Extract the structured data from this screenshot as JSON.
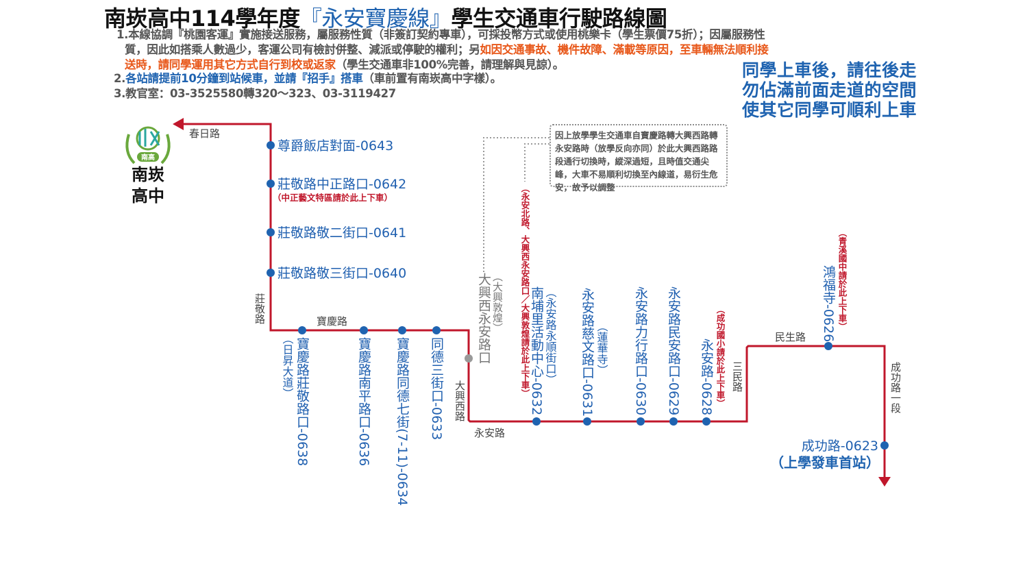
{
  "title": {
    "prefix": "南崁高中114學年度",
    "highlight": "『永安寶慶線』",
    "suffix": "學生交通車行駛路線圖"
  },
  "notes": {
    "n1_line1": "1.本線協調『桃園客運』實施接送服務，屬服務性質（非簽訂契約專車），可採投幣方式或使用桃樂卡（學生票價75折）；因屬服務性",
    "n1_line2_a": "質，因此如搭乘人數過少，客運公司有檢討併整、減派或停駛的權利；另",
    "n1_line2_b": "如因交通事故、機件故障、滿載等原因，至車輛無法順利接",
    "n1_line3_a": "送時，請同學運用其它方式自行到校或返家",
    "n1_line3_b": "（學生交通車非100%完善，請理解與見諒）。",
    "n2_a": "2.",
    "n2_b": "各站請提前10分鐘到站候車，並請『招手』搭車",
    "n2_c": "（車前置有南崁高中字樣）。",
    "n3": "3.教官室：03-3525580轉320～323、03-3119427"
  },
  "tip": {
    "line1": "同學上車後，請往後走",
    "line2": "勿佔滿前面走道的空間",
    "line3": "使其它同學可順利上車"
  },
  "callout": "因上放學學生交通車自寶慶路轉大興西路轉永安路時（放學反向亦同）於此大興西路路段通行切換時，縱深過短，且時值交通尖峰，大車不易順利切換至內線道，易衍生危安，故予以調整",
  "school": {
    "logo_text": "南高",
    "name_line1": "南崁",
    "name_line2": "高中"
  },
  "roads": {
    "chunri": "春日路",
    "zhuangjing": "莊敬路",
    "baoqing": "寶慶路",
    "daxingxi": "大興西路",
    "yongan": "永安路",
    "sanmin": "三民路",
    "minsheng": "民生路",
    "chenggong": "成功路一段"
  },
  "stops": {
    "s0643": "尊爵飯店對面-0643",
    "s0642": "莊敬路中正路口-0642",
    "s0642_note": "（中正藝文特區請於此上下車）",
    "s0641": "莊敬路敬二街口-0641",
    "s0640": "莊敬路敬三街口-0640",
    "s0638": "寶慶路莊敬路口-0638",
    "s0638_sub": "（日昇大道）",
    "s0636": "寶慶路南平路口-0636",
    "s0634": "寶慶路同德七街(7-11)-0634",
    "s0633": "同德三街口-0633",
    "daxing_old": "大興西永安路口",
    "daxing_old_sub": "（大興敦煌）",
    "s0632": "南埔里活動中心-0632",
    "s0632_sub": "（永安路永順街口）",
    "s0632_note": "（永安北路、大興西永安路口／大興敦煌請於此上下車）",
    "s0631": "永安路慈文路口-0631",
    "s0631_sub": "（蓮華寺）",
    "s0630": "永安路力行路口-0630",
    "s0629": "永安路民安路口-0629",
    "s0628": "永安路-0628",
    "s0628_note": "（成功國小請於此上下車）",
    "s0626": "鴻福寺-0626",
    "s0626_note": "（青溪國中請於此上下車）",
    "s0623": "成功路-0623",
    "s0623_sub": "（上學發車首站）"
  },
  "colors": {
    "route": "#c0172b",
    "stop": "#1f63b0",
    "warn": "#e8581a",
    "retired_stop": "#999999"
  }
}
